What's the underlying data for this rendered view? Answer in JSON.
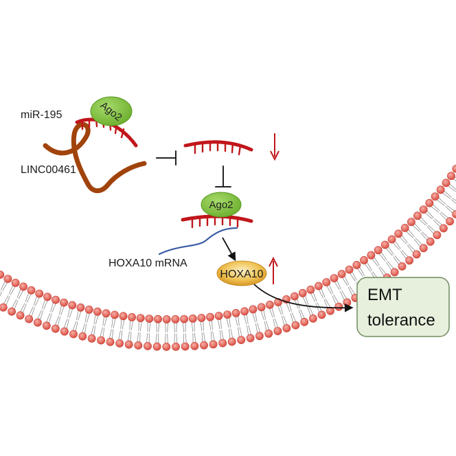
{
  "labels": {
    "mirna": "miR-195",
    "lncrna": "LINC00461",
    "mrna": "HOXA10 mRNA",
    "protein": "HOXA10",
    "ago_top": "Ago2",
    "ago_bottom": "Ago2"
  },
  "outcome": {
    "line1": "EMT",
    "line2": "tolerance"
  },
  "colors": {
    "mirna_red": "#c0161b",
    "lncrna_brown": "#a1430c",
    "mrna_blue": "#3b5ba6",
    "ago_green": "#7fbf3f",
    "hoxa10_gold": "#e2a228",
    "outcome_box_fill": "#e6f0dc",
    "outcome_box_stroke": "#6f8a5e",
    "lipid_head": "#e25548",
    "arrow_red": "#c0161b",
    "inhibition_line": "#222222"
  },
  "icons": {
    "down_arrow": "red-down-arrow-icon",
    "up_arrow": "red-up-arrow-icon"
  }
}
